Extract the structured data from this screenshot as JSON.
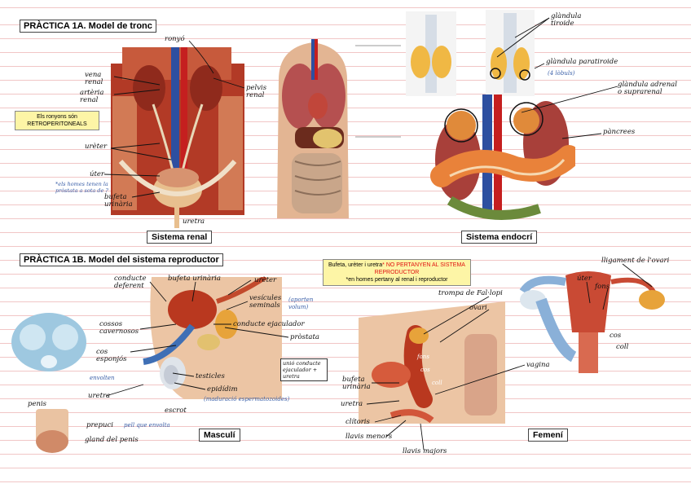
{
  "section_1a": {
    "title": "PRÀCTICA 1A. Model de tronc",
    "note": "Els ronyons són RETROPERITONEALS",
    "caption_renal": "Sistema renal",
    "caption_endocri": "Sistema endocrí",
    "renal_labels": {
      "rony": "ronyó",
      "vena_renal": "vena renal",
      "arteria_renal": "artèria renal",
      "pelvis_renal": "pelvis renal",
      "ureter": "urèter",
      "uter": "úter",
      "bufeta_urinaria": "bufeta urinària",
      "uretra": "uretra",
      "prostata_note": "*els homes tenen la pròstata a sota de ?"
    },
    "endocri_labels": {
      "tiroide": "glàndula tiroide",
      "paratiroide": "glàndula paratiroide",
      "lobuls": "(4 lòbuls)",
      "adrenal": "glàndula adrenal o suprarenal",
      "pancrees": "pàncrees"
    }
  },
  "section_1b": {
    "title": "PRÀCTICA 1B. Model del sistema reproductor",
    "note_line1": "Bufeta, urèter i uretra",
    "note_red1": "* NO PERTANYEN AL SISTEMA REPRODUCTOR",
    "note_line2": "*en homes pertany al renal i reproductor",
    "caption_masculi": "Masculí",
    "caption_femeni": "Femení",
    "masculi_labels": {
      "conducte_deferent": "conducte deferent",
      "bufeta_urinaria": "bufeta urinària",
      "ureter": "urèter",
      "vesicules": "vesícules seminals",
      "vesicules_note": "(aporten volum)",
      "conducte_ejaculador": "conducte ejaculador",
      "prostata": "pròstata",
      "cossos_cavernosos": "cossos cavernosos",
      "cos_esponjos": "cos esponjós",
      "envolten": "envolten",
      "uretra": "uretra",
      "unio_note": "unió conducte ejaculador + uretra",
      "testicles": "testicles",
      "epididim": "epidídim",
      "epididim_note": "(maduració espermatozoides)",
      "escrot": "escrot",
      "penis": "penis",
      "prepuci": "prepuci",
      "prepuci_note": "pell que envolta",
      "gland": "gland del penis"
    },
    "femeni_labels": {
      "trompa": "trompa de Fal·lopi",
      "ovari": "ovari",
      "lligament": "lligament de l'ovari",
      "uter": "úter",
      "fons": "fons",
      "cos": "cos",
      "coll": "coll",
      "vagina": "vagina",
      "bufeta": "bufeta urinària",
      "uretra": "uretra",
      "clitoris": "clítoris",
      "llavis_menors": "llavis menors",
      "llavis_majors": "llavis majors",
      "in_fons": "fons",
      "in_cos": "cos",
      "in_coll": "coll"
    }
  },
  "colors": {
    "note_yellow": "#fdf5a6",
    "line_pink": "#f1c6c6",
    "note_red": "#e01010",
    "muscle": "#c0442c",
    "flesh": "#e9c2a0"
  }
}
